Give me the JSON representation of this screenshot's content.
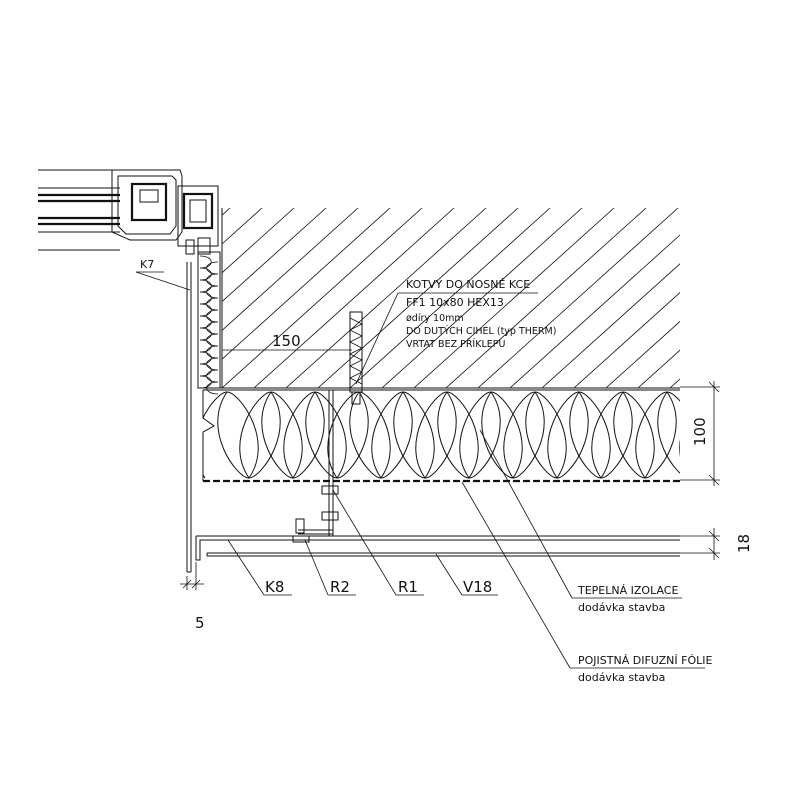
{
  "annotations": {
    "anchor_title": "KOTVY DO NOSNÉ KCE",
    "anchor_line1": "FF1  10x80  HEX13",
    "anchor_line2": "ødíry 10mm",
    "anchor_line3": "DO DUTÝCH CIHEL (typ THERM)",
    "anchor_line4": "VRTAT BEZ PŘÍKLEPU",
    "insulation_title": "TEPELNÁ IZOLACE",
    "insulation_sub": "dodávka stavba",
    "foil_title": "POJISTNÁ DIFUZNÍ FÓLIE",
    "foil_sub": "dodávka stavba"
  },
  "labels": {
    "k7": "K7",
    "k8": "K8",
    "r2": "R2",
    "r1": "R1",
    "v18": "V18"
  },
  "dimensions": {
    "d150": "150",
    "d100": "100",
    "d18": "18",
    "d5": "5"
  }
}
